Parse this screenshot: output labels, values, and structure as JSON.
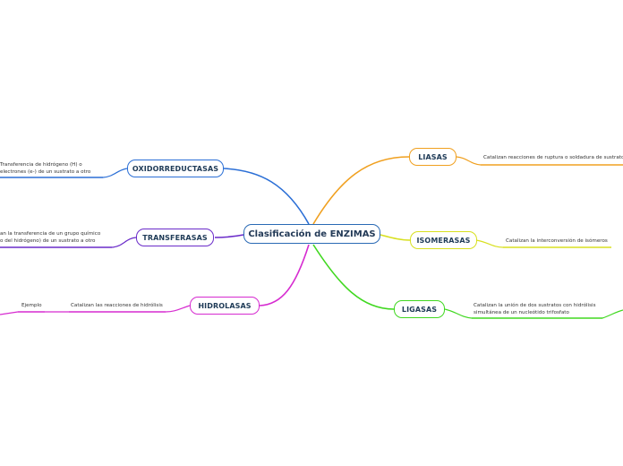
{
  "central": {
    "label": "Clasificación de ENZIMAS",
    "color": "#2a6ab5"
  },
  "topics": {
    "oxidorreductasas": {
      "label": "OXIDORREDUCTASAS",
      "color": "#2b6fd6"
    },
    "transferasas": {
      "label": "TRANSFERASAS",
      "color": "#6a2bc9"
    },
    "hidrolasas": {
      "label": "HIDROLASAS",
      "color": "#d62bd0"
    },
    "liasas": {
      "label": "LIASAS",
      "color": "#f0a020"
    },
    "isomerasas": {
      "label": "ISOMERASAS",
      "color": "#d8e020"
    },
    "ligasas": {
      "label": "LIGASAS",
      "color": "#40d820"
    }
  },
  "leaves": {
    "oxido_1": "Transferencia de hidrógeno (H) o",
    "oxido_2": "electrones (e-) de un sustrato a otro",
    "trans_1": "an la transferencia de un grupo químico",
    "trans_2": "o del hidrógeno) de un sustrato a otro",
    "hidro_desc": "Catalizan las reacciones de hidrólisis",
    "hidro_ejemplo": "Ejemplo",
    "liasas_desc": "Catalizan reacciones de ruptura o soldadura de sustratos",
    "iso_desc": "Catalizan la interconversión de isómeros",
    "ligasas_1": "Catalizan la unión de dos sustratos con hidrólisis",
    "ligasas_2": "simultánea de un nucleótido trifosfato"
  }
}
